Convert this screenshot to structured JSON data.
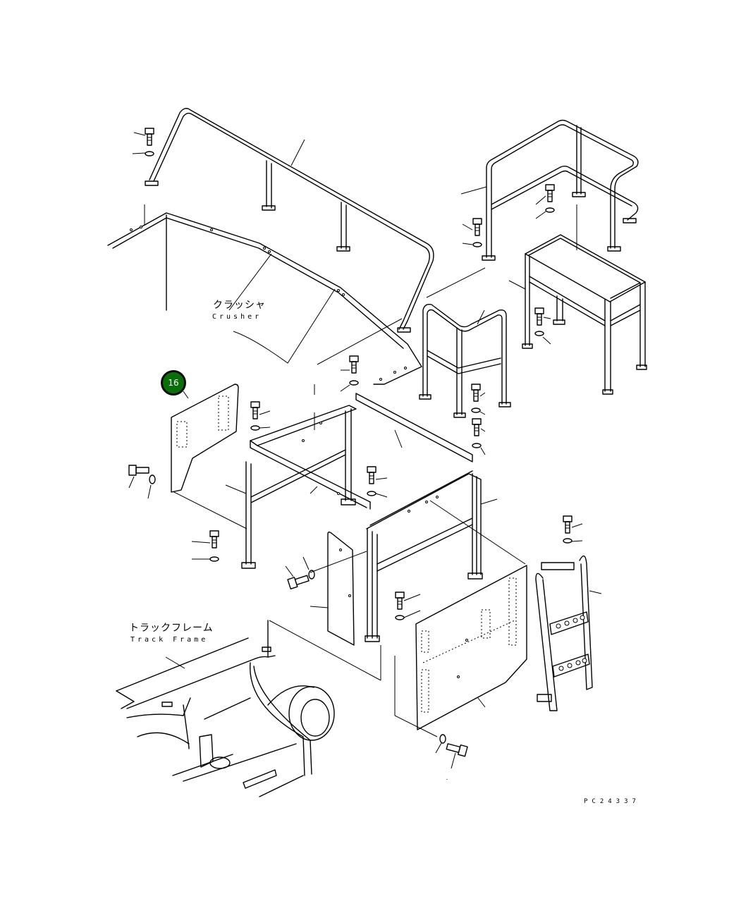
{
  "labels": {
    "crusher_jp": "クラッシャ",
    "crusher_en": "Crusher",
    "track_frame_jp": "トラックフレーム",
    "track_frame_en": "Track Frame",
    "drawing_number": "PC24337"
  },
  "callouts": [
    {
      "number": "16",
      "color": "#0a6e0a"
    }
  ]
}
